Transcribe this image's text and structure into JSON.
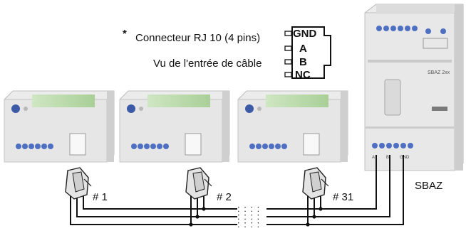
{
  "connector": {
    "asterisk": "*",
    "title": "Connecteur RJ 10 (4 pins)",
    "view": "Vu de l'entrée de câble",
    "pins": [
      "GND",
      "A",
      "B",
      "NC"
    ]
  },
  "nodes": [
    {
      "id": "# 1"
    },
    {
      "id": "# 2"
    },
    {
      "id": "# 31"
    }
  ],
  "dots": ":  :  :  :",
  "gateway": {
    "label": "SBAZ",
    "panel_text": "SBAZ 2xx"
  },
  "terminal_labels": [
    "A",
    "B",
    "GND"
  ]
}
